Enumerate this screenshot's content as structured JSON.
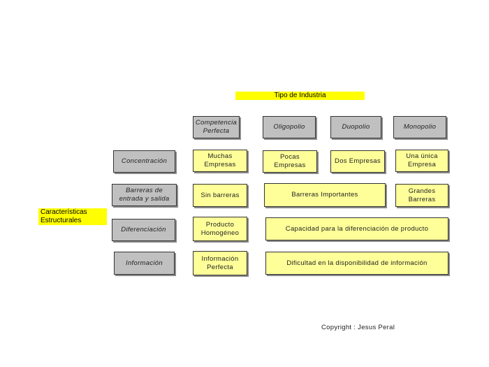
{
  "title": "Tipo de Industria",
  "side_label": "Características\nEstructurales",
  "industry_types": [
    "Competencia\nPerfecta",
    "Oligopolio",
    "Duopolio",
    "Monopolio"
  ],
  "characteristics": [
    "Concentración",
    "Barreras de\nentrada y salida",
    "Diferenciación",
    "Información"
  ],
  "cells": {
    "concentracion_competencia": "Muchas\nEmpresas",
    "concentracion_oligopolio": "Pocas\nEmpresas",
    "concentracion_duopolio": "Dos Empresas",
    "concentracion_monopolio": "Una única\nEmpresa",
    "barreras_competencia": "Sin barreras",
    "barreras_oligo_duo": "Barreras Importantes",
    "barreras_monopolio": "Grandes\nBarreras",
    "diferenciacion_competencia": "Producto\nHomogéneo",
    "diferenciacion_resto": "Capacidad para la diferenciación de producto",
    "informacion_competencia": "Información\nPerfecta",
    "informacion_resto": "Dificultad en la disponibilidad de información"
  },
  "copyright": "Copyright : Jesus Peral",
  "colors": {
    "highlight": "#ffff00",
    "cell_fill": "#ffff99",
    "header_fill": "#c0c0c0",
    "border": "#333333"
  }
}
